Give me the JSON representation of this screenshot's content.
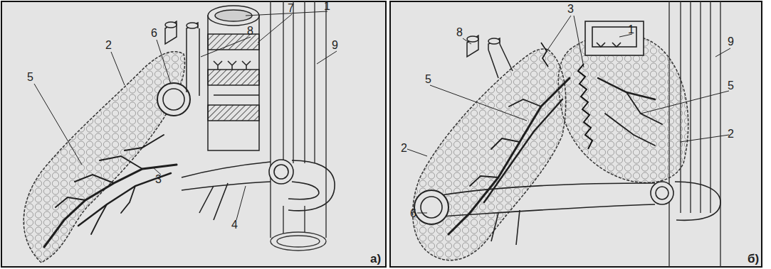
{
  "diagram": {
    "labels": [
      "1",
      "7",
      "6",
      "8",
      "2",
      "9",
      "5",
      "3",
      "4",
      "а)",
      "3",
      "8",
      "1",
      "9",
      "5",
      "5",
      "2",
      "2",
      "6",
      "б)"
    ]
  }
}
